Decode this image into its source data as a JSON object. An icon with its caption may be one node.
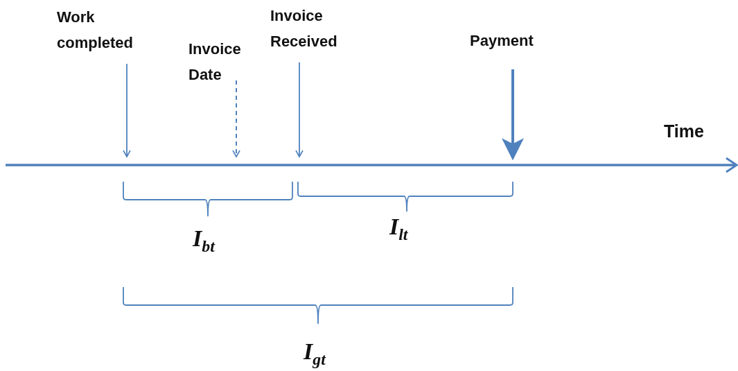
{
  "diagram": {
    "nodes": [
      {
        "text": [
          "Work completed"
        ]
      },
      {
        "text": [
          "Invoice Date"
        ]
      },
      {
        "text": [
          "Invoice Received"
        ]
      },
      {
        "text": [
          "Payment"
        ]
      },
      {
        "text": [],
        "shape": "arrow"
      }
    ],
    "edges": [
      {
        "from": 0,
        "to": 4,
        "arrow": "to"
      },
      {
        "from": 1,
        "to": 4,
        "arrow": "to",
        "style": "dashed"
      },
      {
        "from": 2,
        "to": 4,
        "arrow": "to"
      },
      {
        "from": 3,
        "to": 4,
        "arrow": "to",
        "style": "thick"
      }
    ],
    "labels": [
      "Time",
      "I$_{bt}$",
      "I$_{lt}$",
      "I$_{gt}$"
    ]
  }
}
